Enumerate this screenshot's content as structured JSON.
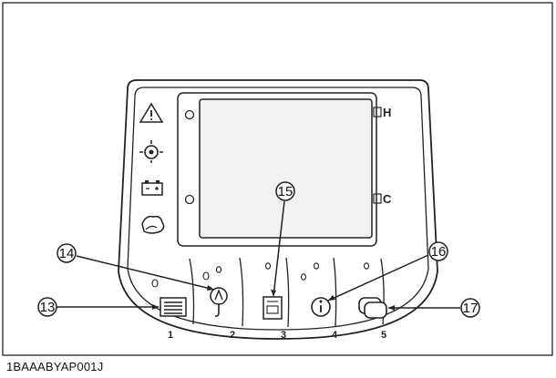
{
  "figure_code": "1BAAABYAP001J",
  "gauge_labels": {
    "hot": "H",
    "cold": "C"
  },
  "buttons": [
    {
      "number": "1",
      "icon": "menu-list-icon",
      "callout": "13"
    },
    {
      "number": "2",
      "icon": "engine-hook-icon",
      "callout": "14"
    },
    {
      "number": "3",
      "icon": "display-mode-icon",
      "callout": "15"
    },
    {
      "number": "4",
      "icon": "info-icon",
      "callout": "16"
    },
    {
      "number": "5",
      "icon": "screen-toggle-icon",
      "callout": "17"
    }
  ],
  "warning_icons": [
    "warning-triangle-icon",
    "engine-oil-icon",
    "battery-icon",
    "engine-coolant-icon"
  ],
  "colors": {
    "line": "#222222",
    "panel_fill": "#ffffff",
    "screen_fill": "#f2f2f2"
  }
}
